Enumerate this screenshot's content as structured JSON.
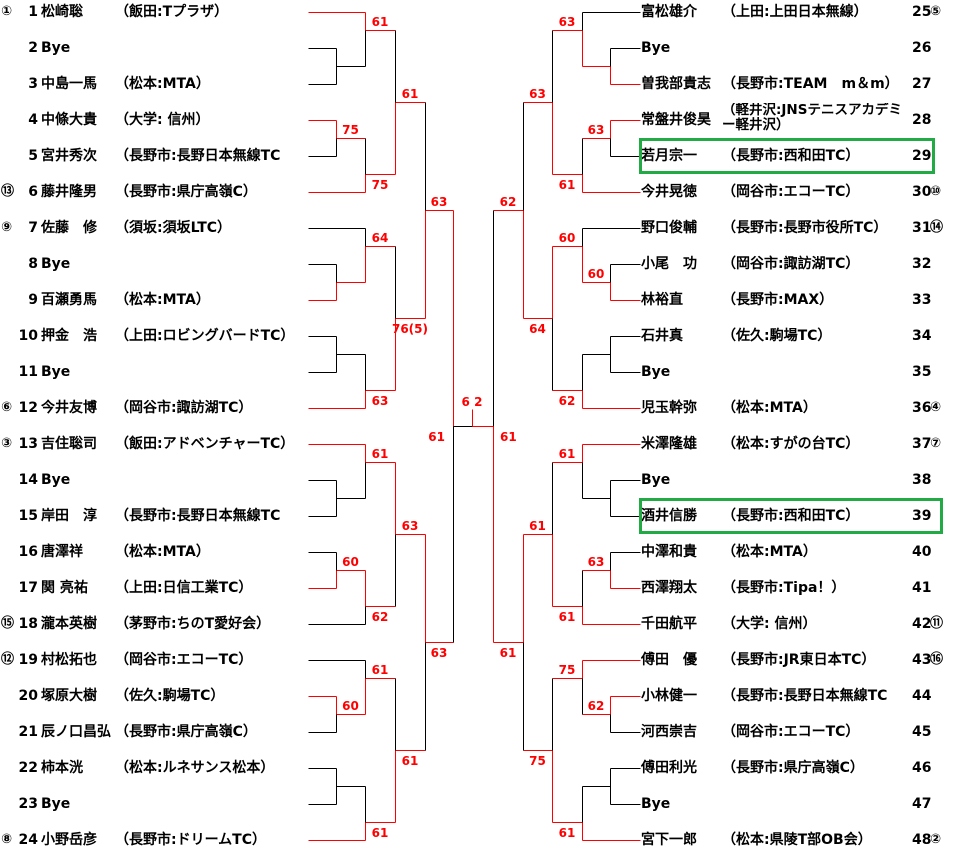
{
  "colors": {
    "win_line": "#ff0000",
    "line": "#000000",
    "highlight": "#22aa44"
  },
  "highlighted": [
    29,
    39
  ],
  "players_left": [
    {
      "num": "1",
      "seed": "①",
      "name": "松崎聡",
      "club": "（飯田:Tプラザ）"
    },
    {
      "num": "2",
      "seed": "",
      "name": "Bye",
      "club": ""
    },
    {
      "num": "3",
      "seed": "",
      "name": "中島一馬",
      "club": "（松本:MTA）"
    },
    {
      "num": "4",
      "seed": "",
      "name": "中條大貴",
      "club": "（大学: 信州）"
    },
    {
      "num": "5",
      "seed": "",
      "name": "宮井秀次",
      "club": "（長野市:長野日本無線TC"
    },
    {
      "num": "6",
      "seed": "⑬",
      "name": "藤井隆男",
      "club": "（長野市:県庁高嶺C）"
    },
    {
      "num": "7",
      "seed": "⑨",
      "name": "佐藤　修",
      "club": "（須坂:須坂LTC）"
    },
    {
      "num": "8",
      "seed": "",
      "name": "Bye",
      "club": ""
    },
    {
      "num": "9",
      "seed": "",
      "name": "百瀬勇馬",
      "club": "（松本:MTA）"
    },
    {
      "num": "10",
      "seed": "",
      "name": "押金　浩",
      "club": "（上田:ロビングバードTC）"
    },
    {
      "num": "11",
      "seed": "",
      "name": "Bye",
      "club": ""
    },
    {
      "num": "12",
      "seed": "⑥",
      "name": "今井友博",
      "club": "（岡谷市:諏訪湖TC）"
    },
    {
      "num": "13",
      "seed": "③",
      "name": "吉住聡司",
      "club": "（飯田:アドベンチャーTC）"
    },
    {
      "num": "14",
      "seed": "",
      "name": "Bye",
      "club": ""
    },
    {
      "num": "15",
      "seed": "",
      "name": "岸田　淳",
      "club": "（長野市:長野日本無線TC"
    },
    {
      "num": "16",
      "seed": "",
      "name": "唐澤祥",
      "club": "（松本:MTA）"
    },
    {
      "num": "17",
      "seed": "",
      "name": "関 亮祐",
      "club": "（上田:日信工業TC）"
    },
    {
      "num": "18",
      "seed": "⑮",
      "name": "瀧本英樹",
      "club": "（茅野市:ちのT愛好会）"
    },
    {
      "num": "19",
      "seed": "⑫",
      "name": "村松拓也",
      "club": "（岡谷市:エコーTC）"
    },
    {
      "num": "20",
      "seed": "",
      "name": "塚原大樹",
      "club": "（佐久:駒場TC）"
    },
    {
      "num": "21",
      "seed": "",
      "name": "辰ノ口昌弘",
      "club": "（長野市:県庁高嶺C）"
    },
    {
      "num": "22",
      "seed": "",
      "name": "柿本洸",
      "club": "（松本:ルネサンス松本）"
    },
    {
      "num": "23",
      "seed": "",
      "name": "Bye",
      "club": ""
    },
    {
      "num": "24",
      "seed": "⑧",
      "name": "小野岳彦",
      "club": "（長野市:ドリームTC）"
    }
  ],
  "players_right": [
    {
      "num": "25",
      "seed": "⑤",
      "name": "富松雄介",
      "club": "（上田:上田日本無線）"
    },
    {
      "num": "26",
      "seed": "",
      "name": "Bye",
      "club": ""
    },
    {
      "num": "27",
      "seed": "",
      "name": "曽我部貴志",
      "club": "（長野市:TEAM　m＆m）"
    },
    {
      "num": "28",
      "seed": "",
      "name": "常盤井俊昊",
      "club": "（軽井沢:JNSテニスアカデミー軽井沢）"
    },
    {
      "num": "29",
      "seed": "",
      "name": "若月宗一",
      "club": "（長野市:西和田TC）"
    },
    {
      "num": "30",
      "seed": "⑩",
      "name": "今井晃徳",
      "club": "（岡谷市:エコーTC）"
    },
    {
      "num": "31",
      "seed": "⑭",
      "name": "野口俊輔",
      "club": "（長野市:長野市役所TC）"
    },
    {
      "num": "32",
      "seed": "",
      "name": "小尾　功",
      "club": "（岡谷市:諏訪湖TC）"
    },
    {
      "num": "33",
      "seed": "",
      "name": "林裕直",
      "club": "（長野市:MAX）"
    },
    {
      "num": "34",
      "seed": "",
      "name": "石井真",
      "club": "（佐久:駒場TC）"
    },
    {
      "num": "35",
      "seed": "",
      "name": "Bye",
      "club": ""
    },
    {
      "num": "36",
      "seed": "④",
      "name": "児玉幹弥",
      "club": "（松本:MTA）"
    },
    {
      "num": "37",
      "seed": "⑦",
      "name": "米澤隆雄",
      "club": "（松本:すがの台TC）"
    },
    {
      "num": "38",
      "seed": "",
      "name": "Bye",
      "club": ""
    },
    {
      "num": "39",
      "seed": "",
      "name": "酒井信勝",
      "club": "（長野市:西和田TC）"
    },
    {
      "num": "40",
      "seed": "",
      "name": "中澤和貴",
      "club": "（松本:MTA）"
    },
    {
      "num": "41",
      "seed": "",
      "name": "西澤翔太",
      "club": "（長野市:Tipa！）"
    },
    {
      "num": "42",
      "seed": "⑪",
      "name": "千田航平",
      "club": "（大学: 信州）"
    },
    {
      "num": "43",
      "seed": "⑯",
      "name": "傅田　優",
      "club": "（長野市:JR東日本TC）"
    },
    {
      "num": "44",
      "seed": "",
      "name": "小林健一",
      "club": "（長野市:長野日本無線TC"
    },
    {
      "num": "45",
      "seed": "",
      "name": "河西崇吉",
      "club": "（岡谷市:エコーTC）"
    },
    {
      "num": "46",
      "seed": "",
      "name": "傅田利光",
      "club": "（長野市:県庁高嶺C）"
    },
    {
      "num": "47",
      "seed": "",
      "name": "Bye",
      "club": ""
    },
    {
      "num": "48",
      "seed": "②",
      "name": "宮下一郎",
      "club": "（松本:県陵T部OB会）"
    }
  ],
  "bracket": {
    "final": {
      "w": "b",
      "s": "62",
      "a": {
        "w": "a",
        "s": "61",
        "a": {
          "w": "b",
          "s": "63",
          "a": {
            "w": "b",
            "s": "61",
            "a": {
              "w": "a",
              "s": "61",
              "a": {
                "p": 1
              },
              "b": {
                "w": null,
                "s": "",
                "a": {
                  "p": 2
                },
                "b": {
                  "p": 3
                }
              }
            },
            "b": {
              "w": "b",
              "s": "75",
              "a": {
                "w": "a",
                "s": "75",
                "a": {
                  "p": 4
                },
                "b": {
                  "p": 5
                }
              },
              "b": {
                "p": 6
              }
            }
          },
          "b": {
            "w": "b",
            "s": "76(5)",
            "a": {
              "w": "b",
              "s": "64",
              "a": {
                "p": 7
              },
              "b": {
                "w": "b",
                "s": "",
                "a": {
                  "p": 8
                },
                "b": {
                  "p": 9
                }
              }
            },
            "b": {
              "w": "b",
              "s": "63",
              "a": {
                "w": null,
                "s": "",
                "a": {
                  "p": 10
                },
                "b": {
                  "p": 11
                }
              },
              "b": {
                "p": 12
              }
            }
          }
        },
        "b": {
          "w": "a",
          "s": "63",
          "a": {
            "w": "a",
            "s": "63",
            "a": {
              "w": "a",
              "s": "61",
              "a": {
                "p": 13
              },
              "b": {
                "w": null,
                "s": "",
                "a": {
                  "p": 14
                },
                "b": {
                  "p": 15
                }
              }
            },
            "b": {
              "w": "a",
              "s": "62",
              "a": {
                "w": "b",
                "s": "60",
                "a": {
                  "p": 16
                },
                "b": {
                  "p": 17
                }
              },
              "b": {
                "p": 18
              }
            }
          },
          "b": {
            "w": "b",
            "s": "61",
            "a": {
              "w": "b",
              "s": "61",
              "a": {
                "p": 19
              },
              "b": {
                "w": "a",
                "s": "60",
                "a": {
                  "p": 20
                },
                "b": {
                  "p": 21
                }
              }
            },
            "b": {
              "w": "b",
              "s": "61",
              "a": {
                "w": null,
                "s": "",
                "a": {
                  "p": 22
                },
                "b": {
                  "p": 23
                }
              },
              "b": {
                "p": 24
              }
            }
          }
        }
      },
      "b": {
        "w": "b",
        "s": "61",
        "a": {
          "w": "b",
          "s": "62",
          "a": {
            "w": "b",
            "s": "63",
            "a": {
              "w": "b",
              "s": "63",
              "a": {
                "p": 25
              },
              "b": {
                "w": "b",
                "s": "",
                "a": {
                  "p": 26
                },
                "b": {
                  "p": 27
                }
              }
            },
            "b": {
              "w": "b",
              "s": "61",
              "a": {
                "w": "a",
                "s": "63",
                "a": {
                  "p": 28
                },
                "b": {
                  "p": 29
                }
              },
              "b": {
                "p": 30
              }
            }
          },
          "b": {
            "w": "a",
            "s": "64",
            "a": {
              "w": "b",
              "s": "60",
              "a": {
                "p": 31
              },
              "b": {
                "w": "b",
                "s": "60",
                "a": {
                  "p": 32
                },
                "b": {
                  "p": 33
                }
              }
            },
            "b": {
              "w": "b",
              "s": "62",
              "a": {
                "w": null,
                "s": "",
                "a": {
                  "p": 34
                },
                "b": {
                  "p": 35
                }
              },
              "b": {
                "p": 36
              }
            }
          }
        },
        "b": {
          "w": "a",
          "s": "61",
          "a": {
            "w": "b",
            "s": "61",
            "a": {
              "w": "a",
              "s": "61",
              "a": {
                "p": 37
              },
              "b": {
                "w": null,
                "s": "",
                "a": {
                  "p": 38
                },
                "b": {
                  "p": 39
                }
              }
            },
            "b": {
              "w": "b",
              "s": "61",
              "a": {
                "w": "b",
                "s": "63",
                "a": {
                  "p": 40
                },
                "b": {
                  "p": 41
                }
              },
              "b": {
                "p": 42
              }
            }
          },
          "b": {
            "w": "b",
            "s": "75",
            "a": {
              "w": "a",
              "s": "75",
              "a": {
                "p": 43
              },
              "b": {
                "w": "a",
                "s": "62",
                "a": {
                  "p": 44
                },
                "b": {
                  "p": 45
                }
              }
            },
            "b": {
              "w": "b",
              "s": "61",
              "a": {
                "w": null,
                "s": "",
                "a": {
                  "p": 46
                },
                "b": {
                  "p": 47
                }
              },
              "b": {
                "p": 48
              }
            }
          }
        }
      }
    }
  }
}
